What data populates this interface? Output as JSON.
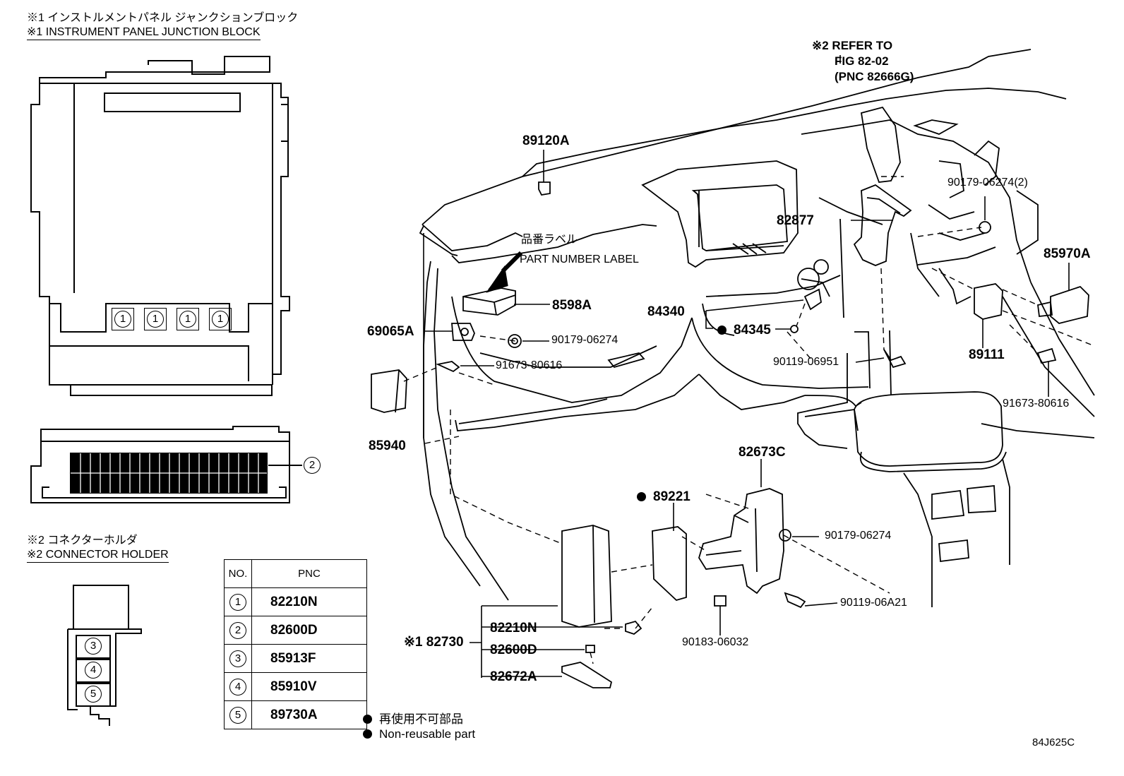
{
  "header_jb": {
    "line_jp": "※1 インストルメントパネル ジャンクションブロック",
    "line_en": "※1 INSTRUMENT PANEL JUNCTION BLOCK"
  },
  "header_ch": {
    "line_jp": "※2 コネクターホルダ",
    "line_en": "※2 CONNECTOR HOLDER"
  },
  "refer": {
    "line1": "※2 REFER TO",
    "line2": "FIG 82-02",
    "line3": "(PNC 82666G)"
  },
  "label_note": {
    "jp": "品番ラベル",
    "en": "PART NUMBER LABEL"
  },
  "parts": {
    "p89120A": "89120A",
    "p8598A": "8598A",
    "p69065A": "69065A",
    "p84340": "84340",
    "p84345": "84345",
    "p90179_a": "90179-06274",
    "p91673_a": "91673-80616",
    "p85940": "85940",
    "p82877": "82877",
    "p90179_2": "90179-06274(2)",
    "p85970A": "85970A",
    "p89111": "89111",
    "p90119_06951": "90119-06951",
    "p91673_b": "91673-80616",
    "p82673C": "82673C",
    "p89221": "89221",
    "p90179_b": "90179-06274",
    "p90119_06A21": "90119-06A21",
    "p90183": "90183-06032",
    "p82730": "※1 82730",
    "p82210N": "82210N",
    "p82600D": "82600D",
    "p82672A": "82672A"
  },
  "jb_circles": [
    "1",
    "1",
    "1",
    "1"
  ],
  "jb_conn_marker": "2",
  "ch_markers": [
    "3",
    "4",
    "5"
  ],
  "table": {
    "head_no": "NO.",
    "head_pnc": "PNC",
    "rows": [
      {
        "no": "1",
        "pnc": "82210N"
      },
      {
        "no": "2",
        "pnc": "82600D"
      },
      {
        "no": "3",
        "pnc": "85913F"
      },
      {
        "no": "4",
        "pnc": "85910V"
      },
      {
        "no": "5",
        "pnc": "89730A"
      }
    ]
  },
  "legend": {
    "jp": "再使用不可部品",
    "en": "Non-reusable part"
  },
  "diagram_code": "84J625C"
}
